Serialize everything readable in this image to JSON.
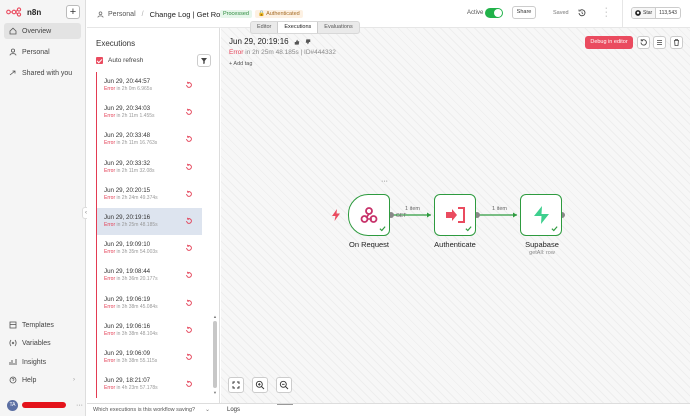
{
  "app": {
    "name": "n8n"
  },
  "sidebar": {
    "items": [
      {
        "label": "Overview",
        "icon": "home-icon"
      },
      {
        "label": "Personal",
        "icon": "user-icon"
      },
      {
        "label": "Shared with you",
        "icon": "share-icon"
      }
    ],
    "bottom_items": [
      {
        "label": "Templates",
        "icon": "templates-icon"
      },
      {
        "label": "Variables",
        "icon": "variables-icon"
      },
      {
        "label": "Insights",
        "icon": "insights-icon"
      },
      {
        "label": "Help",
        "icon": "help-icon"
      }
    ],
    "user": {
      "initials": "TA"
    }
  },
  "header": {
    "breadcrumb_project": "Personal",
    "breadcrumb_sep": "/",
    "workflow_name": "Change Log | Get Rows",
    "tag_processed": "Processed",
    "tag_authenticated": "Authenticated",
    "tabs": [
      "Editor",
      "Executions",
      "Evaluations"
    ],
    "active_tab": "Executions",
    "active_label": "Active",
    "active_state": true,
    "share_label": "Share",
    "saved_label": "Saved",
    "github_star": "Star",
    "github_count": "113,543"
  },
  "executions": {
    "title": "Executions",
    "auto_refresh_label": "Auto refresh",
    "auto_refresh": true,
    "items": [
      {
        "date": "Jun 29, 20:44:57",
        "status": "Error",
        "detail": " in 2h 0m 6.965s"
      },
      {
        "date": "Jun 29, 20:34:03",
        "status": "Error",
        "detail": " in 2h 11m 1.455s"
      },
      {
        "date": "Jun 29, 20:33:48",
        "status": "Error",
        "detail": " in 2h 11m 16.763s"
      },
      {
        "date": "Jun 29, 20:33:32",
        "status": "Error",
        "detail": " in 2h 11m 32.08s"
      },
      {
        "date": "Jun 29, 20:20:15",
        "status": "Error",
        "detail": " in 2h 24m 49.374s"
      },
      {
        "date": "Jun 29, 20:19:16",
        "status": "Error",
        "detail": " in 2h 25m 48.185s"
      },
      {
        "date": "Jun 29, 19:09:10",
        "status": "Error",
        "detail": " in 3h 35m 54.003s"
      },
      {
        "date": "Jun 29, 19:08:44",
        "status": "Error",
        "detail": " in 3h 36m 20.177s"
      },
      {
        "date": "Jun 29, 19:06:19",
        "status": "Error",
        "detail": " in 3h 38m 45.084s"
      },
      {
        "date": "Jun 29, 19:06:16",
        "status": "Error",
        "detail": " in 3h 38m 48.104s"
      },
      {
        "date": "Jun 29, 19:06:09",
        "status": "Error",
        "detail": " in 3h 38m 55.115s"
      },
      {
        "date": "Jun 29, 18:21:07",
        "status": "Error",
        "detail": " in 4h 23m 57.178s"
      }
    ],
    "selected_index": 5
  },
  "detail": {
    "date": "Jun 29, 20:19:16",
    "status": "Error",
    "status_detail": " in 2h 25m 48.185s | ID#444332",
    "add_tag": "+ Add tag",
    "debug_label": "Debug in editor"
  },
  "workflow": {
    "nodes": [
      {
        "name": "On Request",
        "sub": ""
      },
      {
        "name": "Authenticate",
        "sub": ""
      },
      {
        "name": "Supabase",
        "sub": "getAll: row"
      }
    ],
    "connections": [
      {
        "label": "1 item",
        "method": "GET"
      },
      {
        "label": "1 item"
      }
    ],
    "node_more": "···"
  },
  "footer": {
    "question": "Which executions is this workflow saving?",
    "logs_label": "Logs"
  },
  "colors": {
    "accent": "#ea4b5f",
    "success": "#2e9b3f",
    "error": "#e33b52",
    "toggle_on": "#21b24a"
  }
}
